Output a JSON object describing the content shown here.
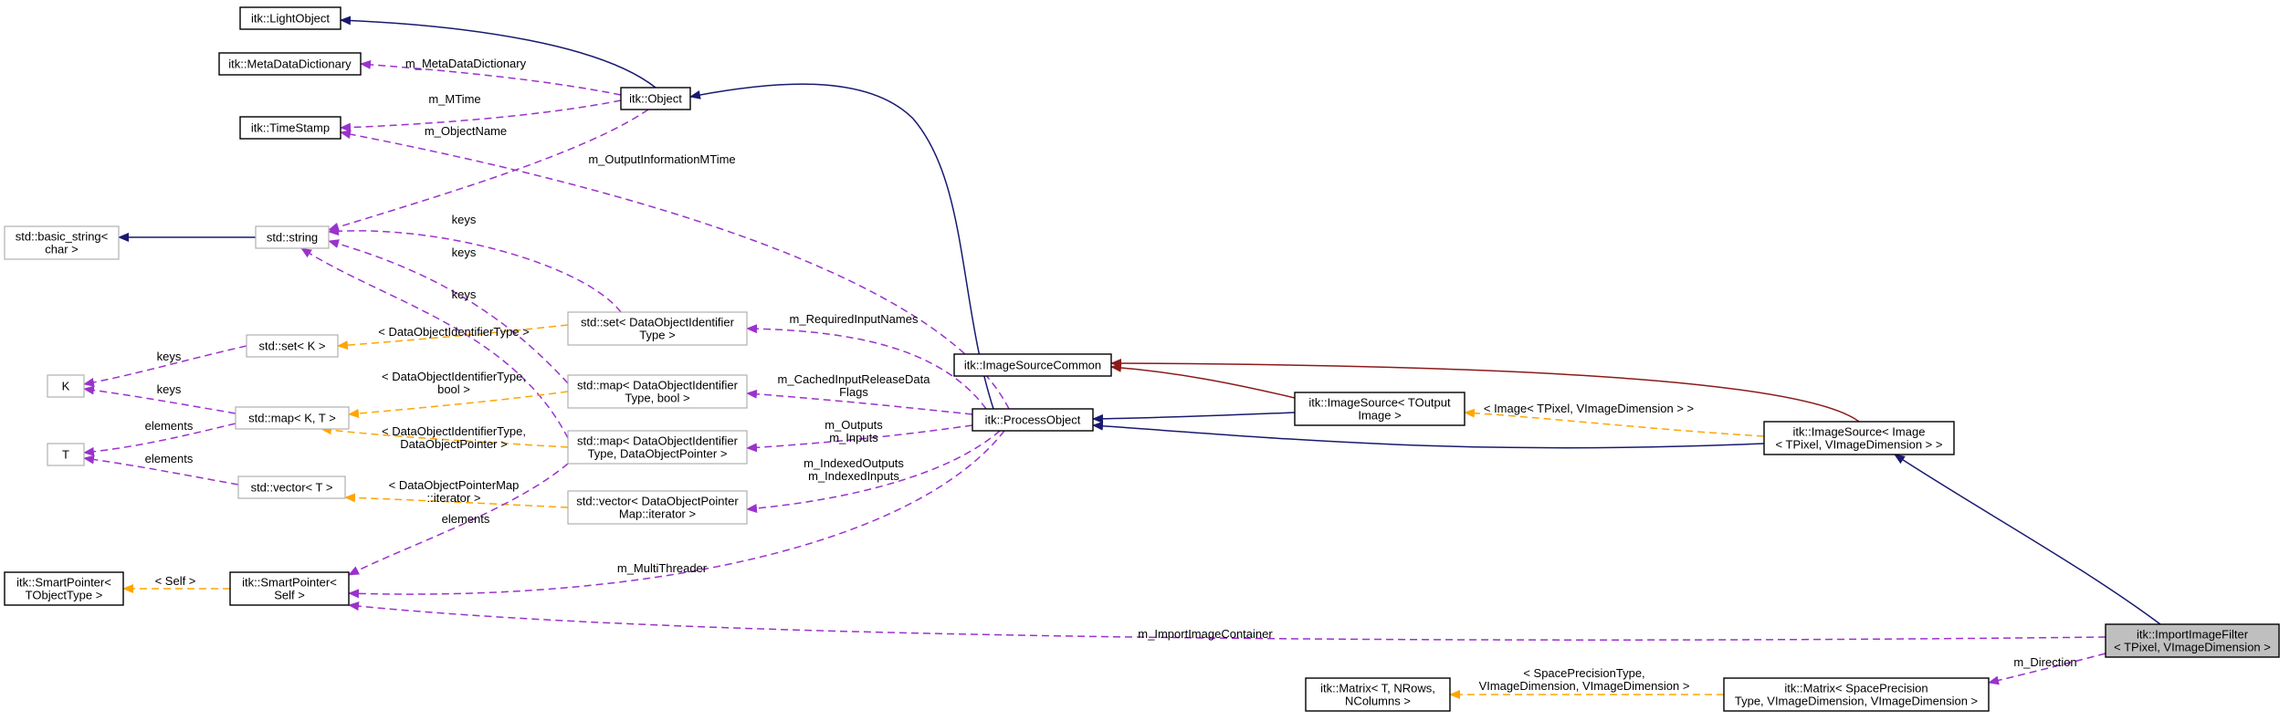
{
  "colors": {
    "inheritance": "#191970",
    "protected_inheritance": "#8b1a1a",
    "usage": "#9a32cd",
    "template": "#ffa500",
    "focus_fill": "#bfbfbf"
  },
  "nodes": [
    {
      "id": "LightObject",
      "lines": [
        "itk::LightObject"
      ],
      "style": "solid"
    },
    {
      "id": "MetaDataDictionary",
      "lines": [
        "itk::MetaDataDictionary"
      ],
      "style": "solid"
    },
    {
      "id": "TimeStamp",
      "lines": [
        "itk::TimeStamp"
      ],
      "style": "solid"
    },
    {
      "id": "Object",
      "lines": [
        "itk::Object"
      ],
      "style": "solid"
    },
    {
      "id": "basic_string",
      "lines": [
        "std::basic_string<",
        "char >"
      ],
      "style": "gray"
    },
    {
      "id": "string",
      "lines": [
        "std::string"
      ],
      "style": "gray"
    },
    {
      "id": "set_K",
      "lines": [
        "std::set< K >"
      ],
      "style": "gray"
    },
    {
      "id": "K",
      "lines": [
        "K"
      ],
      "style": "gray"
    },
    {
      "id": "map_KT",
      "lines": [
        "std::map< K, T >"
      ],
      "style": "gray"
    },
    {
      "id": "T",
      "lines": [
        "T"
      ],
      "style": "gray"
    },
    {
      "id": "vector_T",
      "lines": [
        "std::vector< T >"
      ],
      "style": "gray"
    },
    {
      "id": "SmartPointer_T",
      "lines": [
        "itk::SmartPointer<",
        "TObjectType >"
      ],
      "style": "solid"
    },
    {
      "id": "SmartPointer_Self",
      "lines": [
        "itk::SmartPointer<",
        "Self >"
      ],
      "style": "solid"
    },
    {
      "id": "set_DOI",
      "lines": [
        "std::set< DataObjectIdentifier",
        "Type >"
      ],
      "style": "gray"
    },
    {
      "id": "map_bool",
      "lines": [
        "std::map< DataObjectIdentifier",
        "Type, bool >"
      ],
      "style": "gray"
    },
    {
      "id": "map_ptr",
      "lines": [
        "std::map< DataObjectIdentifier",
        "Type, DataObjectPointer >"
      ],
      "style": "gray"
    },
    {
      "id": "vector_iter",
      "lines": [
        "std::vector< DataObjectPointer",
        "Map::iterator >"
      ],
      "style": "gray"
    },
    {
      "id": "ImageSourceCommon",
      "lines": [
        "itk::ImageSourceCommon"
      ],
      "style": "solid"
    },
    {
      "id": "ProcessObject",
      "lines": [
        "itk::ProcessObject"
      ],
      "style": "solid"
    },
    {
      "id": "ImageSource_TOutput",
      "lines": [
        "itk::ImageSource< TOutput",
        "Image >"
      ],
      "style": "solid"
    },
    {
      "id": "ImageSource_Image",
      "lines": [
        "itk::ImageSource< Image",
        "< TPixel, VImageDimension > >"
      ],
      "style": "solid"
    },
    {
      "id": "ImportImageFilter",
      "lines": [
        "itk::ImportImageFilter",
        "< TPixel, VImageDimension >"
      ],
      "style": "focus"
    },
    {
      "id": "Matrix_T",
      "lines": [
        "itk::Matrix< T, NRows,",
        "NColumns >"
      ],
      "style": "solid"
    },
    {
      "id": "Matrix_SP",
      "lines": [
        "itk::Matrix< SpacePrecision",
        "Type, VImageDimension, VImageDimension >"
      ],
      "style": "solid"
    }
  ],
  "edges": [
    {
      "id": "e-object-lightobject",
      "kind": "inherit",
      "from": "Object",
      "to": "LightObject",
      "label": []
    },
    {
      "id": "e-object-metadata",
      "kind": "usage",
      "from": "Object",
      "to": "MetaDataDictionary",
      "label": [
        "m_MetaDataDictionary"
      ]
    },
    {
      "id": "e-object-timestamp",
      "kind": "usage",
      "from": "Object",
      "to": "TimeStamp",
      "label": [
        "m_MTime"
      ]
    },
    {
      "id": "e-object-string",
      "kind": "usage",
      "from": "Object",
      "to": "string",
      "label": [
        "m_ObjectName"
      ]
    },
    {
      "id": "e-process-timestamp",
      "kind": "usage",
      "from": "ProcessObject",
      "to": "TimeStamp",
      "label": [
        "m_OutputInformationMTime"
      ]
    },
    {
      "id": "e-string-basic",
      "kind": "inherit",
      "from": "string",
      "to": "basic_string",
      "label": []
    },
    {
      "id": "e-setdoi-string",
      "kind": "usage",
      "from": "set_DOI",
      "to": "string",
      "label": [
        "keys"
      ]
    },
    {
      "id": "e-mapbool-string",
      "kind": "usage",
      "from": "map_bool",
      "to": "string",
      "label": [
        "keys"
      ]
    },
    {
      "id": "e-mapptr-string",
      "kind": "usage",
      "from": "map_ptr",
      "to": "string",
      "label": [
        "keys"
      ]
    },
    {
      "id": "e-setk-k",
      "kind": "usage",
      "from": "set_K",
      "to": "K",
      "label": [
        "keys"
      ]
    },
    {
      "id": "e-mapkt-k",
      "kind": "usage",
      "from": "map_KT",
      "to": "K",
      "label": [
        "keys"
      ]
    },
    {
      "id": "e-mapkt-t",
      "kind": "usage",
      "from": "map_KT",
      "to": "T",
      "label": [
        "elements"
      ]
    },
    {
      "id": "e-vectort-t",
      "kind": "usage",
      "from": "vector_T",
      "to": "T",
      "label": [
        "elements"
      ]
    },
    {
      "id": "e-setdoi-setk",
      "kind": "template",
      "from": "set_DOI",
      "to": "set_K",
      "label": [
        "< DataObjectIdentifierType >"
      ]
    },
    {
      "id": "e-mapbool-mapkt",
      "kind": "template",
      "from": "map_bool",
      "to": "map_KT",
      "label": [
        "< DataObjectIdentifierType,",
        "bool >"
      ]
    },
    {
      "id": "e-mapptr-mapkt",
      "kind": "template",
      "from": "map_ptr",
      "to": "map_KT",
      "label": [
        "< DataObjectIdentifierType,",
        "DataObjectPointer >"
      ]
    },
    {
      "id": "e-vectoriter-vectort",
      "kind": "template",
      "from": "vector_iter",
      "to": "vector_T",
      "label": [
        "< DataObjectPointerMap",
        "::iterator >"
      ]
    },
    {
      "id": "e-spself-spt",
      "kind": "template",
      "from": "SmartPointer_Self",
      "to": "SmartPointer_T",
      "label": [
        "< Self >"
      ]
    },
    {
      "id": "e-mapptr-spself",
      "kind": "usage",
      "from": "map_ptr",
      "to": "SmartPointer_Self",
      "label": [
        "elements"
      ]
    },
    {
      "id": "e-process-spself",
      "kind": "usage",
      "from": "ProcessObject",
      "to": "SmartPointer_Self",
      "label": [
        "m_MultiThreader"
      ]
    },
    {
      "id": "e-process-setdoi",
      "kind": "usage",
      "from": "ProcessObject",
      "to": "set_DOI",
      "label": [
        "m_RequiredInputNames"
      ]
    },
    {
      "id": "e-process-mapbool",
      "kind": "usage",
      "from": "ProcessObject",
      "to": "map_bool",
      "label": [
        "m_CachedInputReleaseData",
        "Flags"
      ]
    },
    {
      "id": "e-process-mapptr",
      "kind": "usage",
      "from": "ProcessObject",
      "to": "map_ptr",
      "label": [
        "m_Outputs",
        "m_Inputs"
      ]
    },
    {
      "id": "e-process-vectoriter",
      "kind": "usage",
      "from": "ProcessObject",
      "to": "vector_iter",
      "label": [
        "m_IndexedOutputs",
        "m_IndexedInputs"
      ]
    },
    {
      "id": "e-process-object",
      "kind": "inherit",
      "from": "ProcessObject",
      "to": "Object",
      "label": []
    },
    {
      "id": "e-imgtoutput-process",
      "kind": "inherit",
      "from": "ImageSource_TOutput",
      "to": "ProcessObject",
      "label": []
    },
    {
      "id": "e-imgtoutput-common",
      "kind": "protected",
      "from": "ImageSource_TOutput",
      "to": "ImageSourceCommon",
      "label": []
    },
    {
      "id": "e-imgimage-common",
      "kind": "protected",
      "from": "ImageSource_Image",
      "to": "ImageSourceCommon",
      "label": []
    },
    {
      "id": "e-imgimage-process",
      "kind": "inherit",
      "from": "ImageSource_Image",
      "to": "ProcessObject",
      "label": []
    },
    {
      "id": "e-imgimage-imgtoutput",
      "kind": "template",
      "from": "ImageSource_Image",
      "to": "ImageSource_TOutput",
      "label": [
        "< Image< TPixel, VImageDimension > >"
      ]
    },
    {
      "id": "e-import-imgimage",
      "kind": "inherit",
      "from": "ImportImageFilter",
      "to": "ImageSource_Image",
      "label": []
    },
    {
      "id": "e-import-spself",
      "kind": "usage",
      "from": "ImportImageFilter",
      "to": "SmartPointer_Self",
      "label": [
        "m_ImportImageContainer"
      ]
    },
    {
      "id": "e-import-matrixsp",
      "kind": "usage",
      "from": "ImportImageFilter",
      "to": "Matrix_SP",
      "label": [
        "m_Direction"
      ]
    },
    {
      "id": "e-matrixsp-matrixt",
      "kind": "template",
      "from": "Matrix_SP",
      "to": "Matrix_T",
      "label": [
        "< SpacePrecisionType,",
        "VImageDimension, VImageDimension >"
      ]
    }
  ]
}
